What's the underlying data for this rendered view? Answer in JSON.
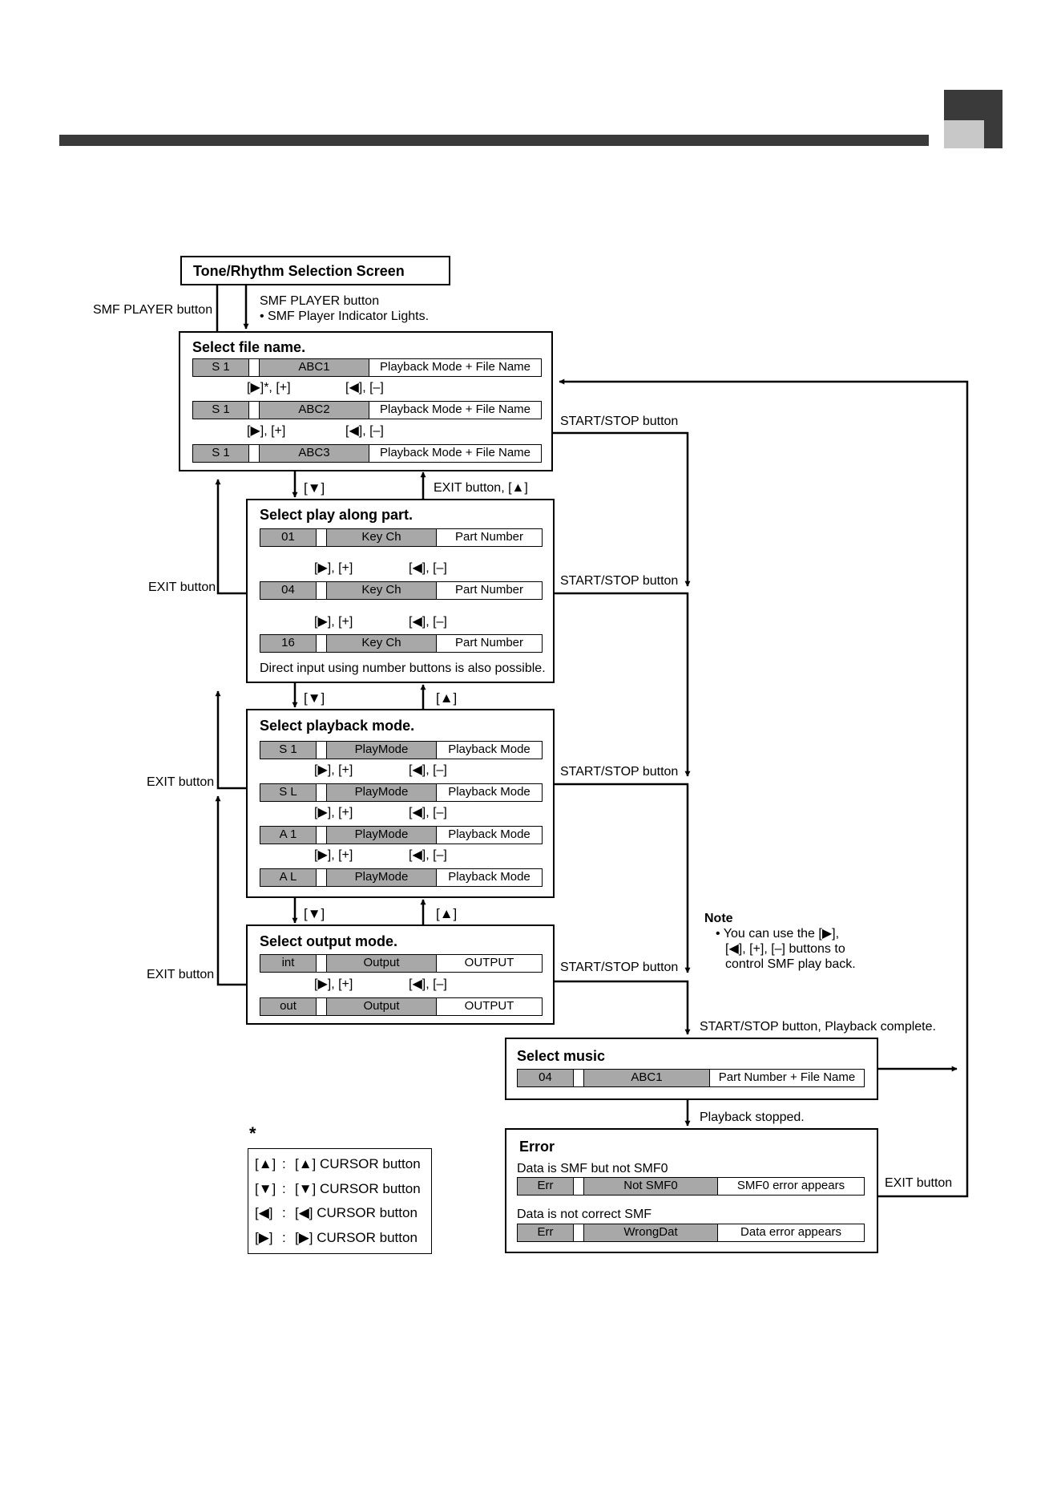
{
  "screens": {
    "tone": {
      "title": "Tone/Rhythm Selection Screen"
    },
    "file": {
      "title": "Select file name.",
      "rows": [
        {
          "a": "S 1",
          "b": "ABC1",
          "c": "Playback Mode + File Name"
        },
        {
          "a": "S 1",
          "b": "ABC2",
          "c": "Playback Mode + File Name"
        },
        {
          "a": "S 1",
          "b": "ABC3",
          "c": "Playback Mode + File Name"
        }
      ]
    },
    "part": {
      "title": "Select play along part.",
      "rows": [
        {
          "a": "01",
          "b": "Key  Ch",
          "c": "Part Number"
        },
        {
          "a": "04",
          "b": "Key  Ch",
          "c": "Part Number"
        },
        {
          "a": "16",
          "b": "Key  Ch",
          "c": "Part Number"
        }
      ],
      "footnote": "Direct input using number buttons is also possible."
    },
    "playback": {
      "title": "Select playback mode.",
      "rows": [
        {
          "a": "S 1",
          "b": "PlayMode",
          "c": "Playback Mode"
        },
        {
          "a": "S L",
          "b": "PlayMode",
          "c": "Playback Mode"
        },
        {
          "a": "A 1",
          "b": "PlayMode",
          "c": "Playback Mode"
        },
        {
          "a": "A L",
          "b": "PlayMode",
          "c": "Playback Mode"
        }
      ]
    },
    "output": {
      "title": "Select output mode.",
      "rows": [
        {
          "a": "int",
          "b": "Output",
          "c": "OUTPUT"
        },
        {
          "a": "out",
          "b": "Output",
          "c": "OUTPUT"
        }
      ]
    },
    "music": {
      "title": "Select music",
      "row": {
        "a": "04",
        "b": "ABC1",
        "c": "Part Number + File Name"
      }
    },
    "error": {
      "title": "Error",
      "sub1": "Data is SMF but not SMF0",
      "row1": {
        "a": "Err",
        "b": "Not  SMF0",
        "c": "SMF0 error appears"
      },
      "sub2": "Data is not correct SMF",
      "row2": {
        "a": "Err",
        "b": "WrongDat",
        "c": "Data error appears"
      }
    }
  },
  "labels": {
    "smf_player_left": "SMF PLAYER button",
    "smf_player_right": "SMF PLAYER button",
    "indicator": "• SMF Player Indicator Lights.",
    "nav_right_first": "[▶]*, [+]",
    "nav_right": "[▶], [+]",
    "nav_left": "[◀], [–]",
    "down": "[▼]",
    "up": "[▲]",
    "exit_up": "EXIT button, [▲]",
    "exit": "EXIT button",
    "start_stop": "START/STOP button",
    "start_stop_complete": "START/STOP button, Playback complete.",
    "playback_stopped": "Playback stopped."
  },
  "note": {
    "title": "Note",
    "line1": "• You can use the [▶],",
    "line2": "[◀], [+], [–] buttons to",
    "line3": "control SMF play back."
  },
  "legend": {
    "asterisk": "*",
    "rows": [
      {
        "key": "[▲]",
        "sep": ":",
        "desc": "[▲] CURSOR button"
      },
      {
        "key": "[▼]",
        "sep": ":",
        "desc": "[▼] CURSOR button"
      },
      {
        "key": "[◀]",
        "sep": ":",
        "desc": "[◀] CURSOR button"
      },
      {
        "key": "[▶]",
        "sep": ":",
        "desc": "[▶] CURSOR button"
      }
    ]
  }
}
